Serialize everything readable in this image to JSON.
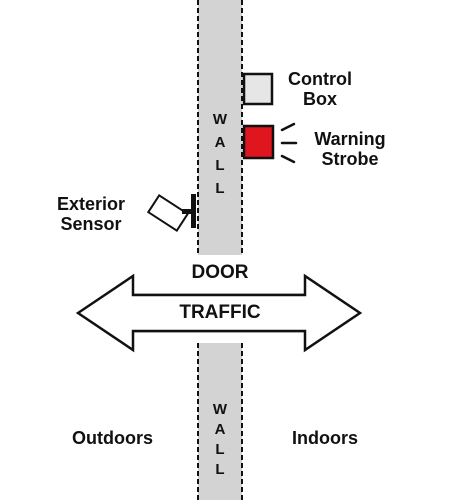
{
  "wall_upper": {
    "letters": [
      "W",
      "A",
      "L",
      "L"
    ]
  },
  "wall_lower": {
    "letters": [
      "W",
      "A",
      "L",
      "L"
    ]
  },
  "control_box": {
    "label_line1": "Control",
    "label_line2": "Box",
    "fill": "#e6e6e6"
  },
  "warning_strobe": {
    "label_line1": "Warning",
    "label_line2": "Strobe",
    "fill": "#e0161e"
  },
  "exterior_sensor": {
    "label_line1": "Exterior",
    "label_line2": "Sensor"
  },
  "door": {
    "label": "DOOR"
  },
  "traffic": {
    "label": "TRAFFIC"
  },
  "sides": {
    "outdoors": "Outdoors",
    "indoors": "Indoors"
  },
  "colors": {
    "wall_fill": "#d3d3d3",
    "line": "#111111"
  }
}
